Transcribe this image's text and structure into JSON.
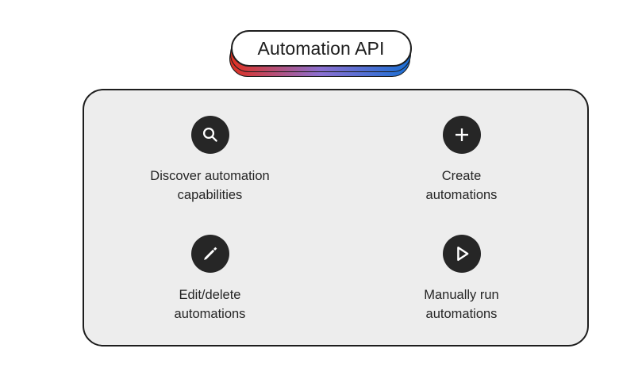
{
  "header": {
    "title": "Automation API",
    "gradient": {
      "from": "#e03020",
      "mid": "#8b6fd0",
      "to": "#1a6fd4"
    }
  },
  "panel": {
    "background": "#ededed",
    "border_color": "#1d1d1d",
    "items": [
      {
        "icon": "search-icon",
        "label": "Discover automation\ncapabilities"
      },
      {
        "icon": "plus-icon",
        "label": "Create\nautomations"
      },
      {
        "icon": "pencil-icon",
        "label": "Edit/delete\nautomations"
      },
      {
        "icon": "play-icon",
        "label": "Manually run\nautomations"
      }
    ]
  },
  "colors": {
    "canvas": "#ffffff",
    "icon_circle": "#262626",
    "text": "#252525"
  }
}
